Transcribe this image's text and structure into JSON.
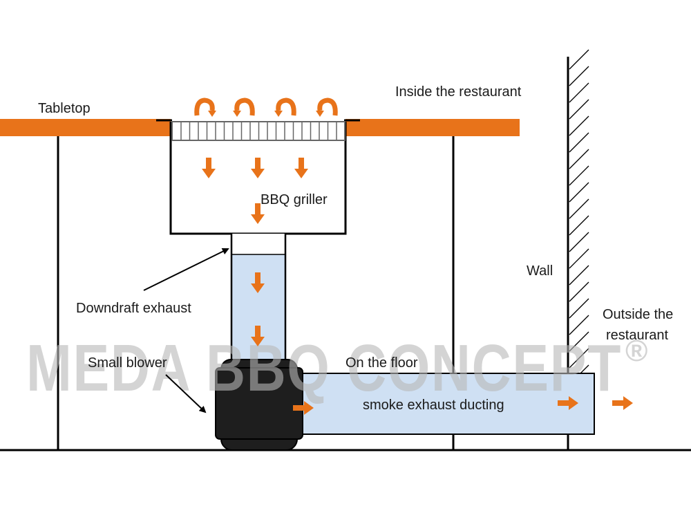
{
  "labels": {
    "tabletop": "Tabletop",
    "inside": "Inside the restaurant",
    "bbq_griller": "BBQ griller",
    "downdraft": "Downdraft exhaust",
    "wall": "Wall",
    "outside_line1": "Outside the",
    "outside_line2": "restaurant",
    "small_blower": "Small blower",
    "on_the_floor": "On the floor",
    "ducting": "smoke exhaust ducting"
  },
  "watermark": {
    "text": "MEDA BBQ CONCEPT",
    "mark": "®"
  },
  "colors": {
    "tabletop": "#e8731a",
    "arrow": "#e8731a",
    "duct_fill": "#cfe0f3",
    "blower": "#1e1e1e",
    "line": "#000000",
    "watermark": "#b8b8b8"
  }
}
